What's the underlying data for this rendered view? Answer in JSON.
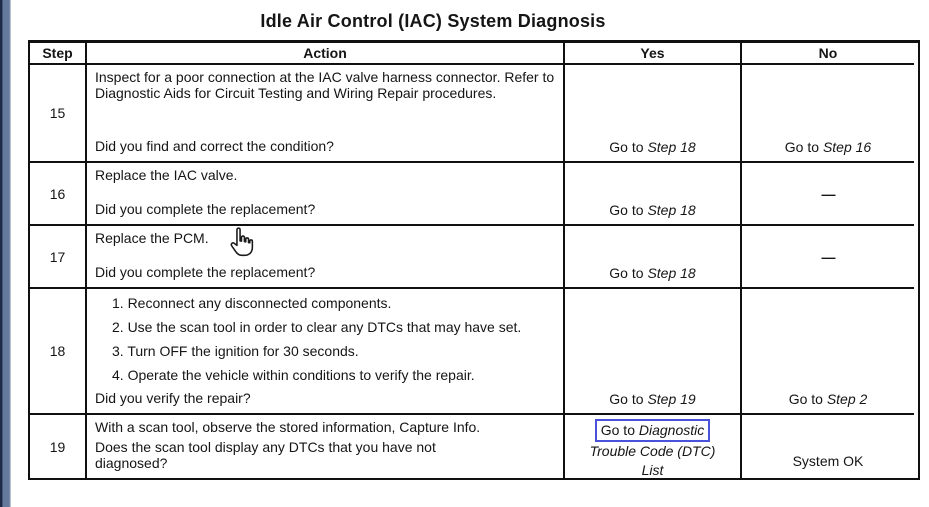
{
  "title": "Idle Air Control (IAC) System Diagnosis",
  "table": {
    "headers": {
      "step": "Step",
      "action": "Action",
      "yes": "Yes",
      "no": "No"
    },
    "rows": [
      {
        "step": "15",
        "action": "Inspect for a poor connection at the IAC valve harness connector. Refer to Diagnostic Aids for Circuit Testing and Wiring Repair procedures.",
        "question": "Did you find and correct the condition?",
        "yes": {
          "prefix": "Go to ",
          "target": "Step 18"
        },
        "no": {
          "prefix": "Go to ",
          "target": "Step 16"
        }
      },
      {
        "step": "16",
        "action": "Replace the IAC valve.",
        "question": "Did you complete the replacement?",
        "yes": {
          "prefix": "Go to ",
          "target": "Step 18"
        },
        "no": {
          "dash": "—"
        }
      },
      {
        "step": "17",
        "action": "Replace the PCM.",
        "question": "Did you complete the replacement?",
        "yes": {
          "prefix": "Go to ",
          "target": "Step 18"
        },
        "no": {
          "dash": "—"
        }
      },
      {
        "step": "18",
        "list": [
          "1. Reconnect any disconnected components.",
          "2. Use the scan tool in order to clear any DTCs that may have set.",
          "3. Turn OFF the ignition for 30 seconds.",
          "4. Operate the vehicle within conditions to verify the repair."
        ],
        "question": "Did you verify the repair?",
        "yes": {
          "prefix": "Go to ",
          "target": "Step 19"
        },
        "no": {
          "prefix": "Go to ",
          "target": "Step 2"
        }
      },
      {
        "step": "19",
        "action": "With a scan tool, observe the stored information, Capture Info.",
        "question": "Does the scan tool display any DTCs that you have not diagnosed?",
        "yes": {
          "prefix": "Go to ",
          "italic1": "Diagnostic",
          "line2": "Trouble Code (DTC)",
          "line3": "List"
        },
        "no": {
          "text": "System OK"
        }
      }
    ]
  },
  "accent": {
    "link_box_color": "#4a51db",
    "window_edge_color": "#64799b"
  }
}
